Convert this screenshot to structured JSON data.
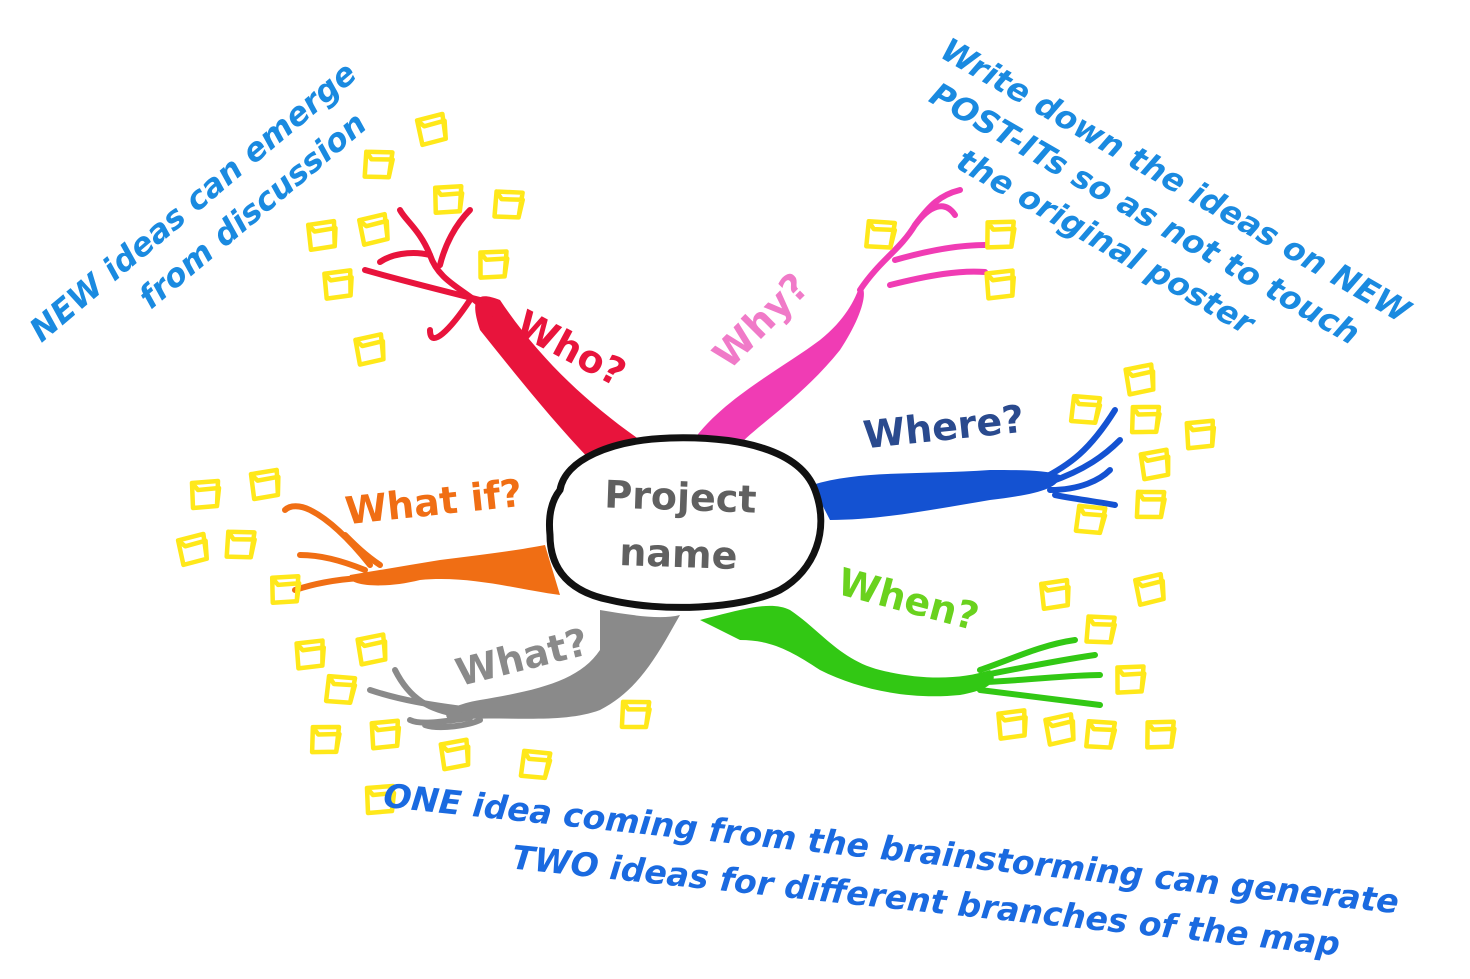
{
  "center": {
    "line1": "Project",
    "line2": "name"
  },
  "branches": {
    "who": {
      "label": "Who?",
      "color": "#e8143c"
    },
    "why": {
      "label": "Why?",
      "color": "#f03cb4"
    },
    "where": {
      "label": "Where?",
      "color": "#1452d2"
    },
    "when": {
      "label": "When?",
      "color": "#32c814"
    },
    "what": {
      "label": "What?",
      "color": "#8a8a8a"
    },
    "whatif": {
      "label": "What if?",
      "color": "#f06e14"
    }
  },
  "notes": {
    "top_left": {
      "line1": "NEW ideas can emerge",
      "line2": "from discussion",
      "color": "#1a8ae0"
    },
    "top_right": {
      "line1": "Write down the ideas on NEW",
      "line2": "POST-ITs so as not to touch",
      "line3": "the original poster",
      "color": "#1a8ae0"
    },
    "bottom": {
      "line1": "ONE idea coming from the brainstorming can generate",
      "line2": "TWO ideas for different branches of the map",
      "color": "#1a6ae0"
    }
  },
  "postit_color": "#ffe81a",
  "postit_icon": "post-it-note-icon"
}
